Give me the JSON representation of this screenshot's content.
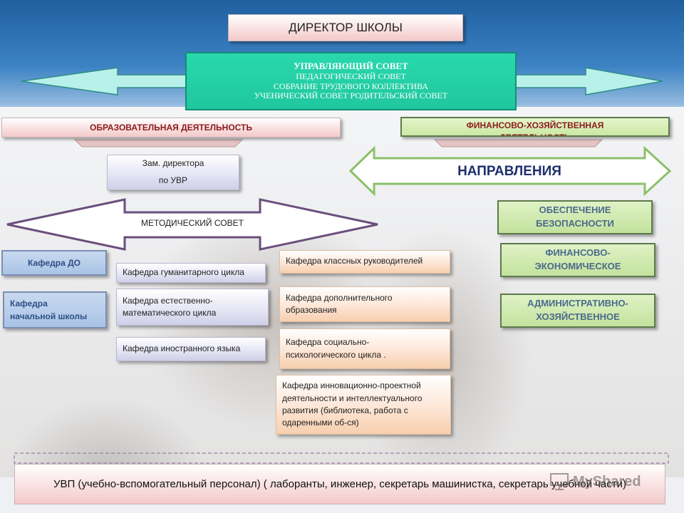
{
  "director": "ДИРЕКТОР ШКОЛЫ",
  "council": {
    "line1": "УПРАВЛЯЮЩИЙ СОВЕТ",
    "line2": "ПЕДАГОГИЧЕСКИЙ СОВЕТ",
    "line3": "СОБРАНИЕ ТРУДОВОГО КОЛЛЕКТИВА",
    "line4": "УЧЕНИЧЕСКИЙ СОВЕТ РОДИТЕЛЬСКИЙ СОВЕТ"
  },
  "edu_activity": "ОБРАЗОВАТЕЛЬНАЯ ДЕЯТЕЛЬНОСТЬ",
  "fin_activity": "ФИНАНСОВО-ХОЗЯЙСТВЕННАЯ ДЕЯТЕЛЬНОСТЬ",
  "deputy": {
    "line1": "Зам. директора",
    "line2": "по УВР"
  },
  "directions": "НАПРАВЛЕНИЯ",
  "method_council": "МЕТОДИЧЕСКИЙ СОВЕТ",
  "safety": "ОБЕСПЕЧЕНИЕ БЕЗОПАСНОСТИ",
  "fin_econ": "ФИНАНСОВО-ЭКОНОМИЧЕСКОЕ",
  "admin_econ": "АДМИНИСТРАТИВНО-ХОЗЯЙСТВЕННОЕ",
  "dept_do": "Кафедра ДО",
  "dept_primary": "Кафедра начальной школы",
  "dept_humanities": "Кафедра гуманитарного цикла",
  "dept_science": "Кафедра естественно-математического цикла",
  "dept_languages": "Кафедра иностранного языка",
  "dept_class_teachers": "Кафедра классных руководителей",
  "dept_additional": "Кафедра дополнительного образования",
  "dept_social": "Кафедра социально-психологического цикла .",
  "dept_innovation": "Кафедра инновационно-проектной деятельности и интеллектуального развития (библиотека, работа с одаренными об-ся)",
  "support_staff": "УВП (учебно-вспомогательный персонал) ( лаборанты, инженер, секретарь машинистка, секретарь учебной части)",
  "watermark": "MyShared",
  "colors": {
    "green_border": "#5d7a4a",
    "navy_text": "#1f2f6b",
    "dark_red_text": "#8b1c1c"
  }
}
